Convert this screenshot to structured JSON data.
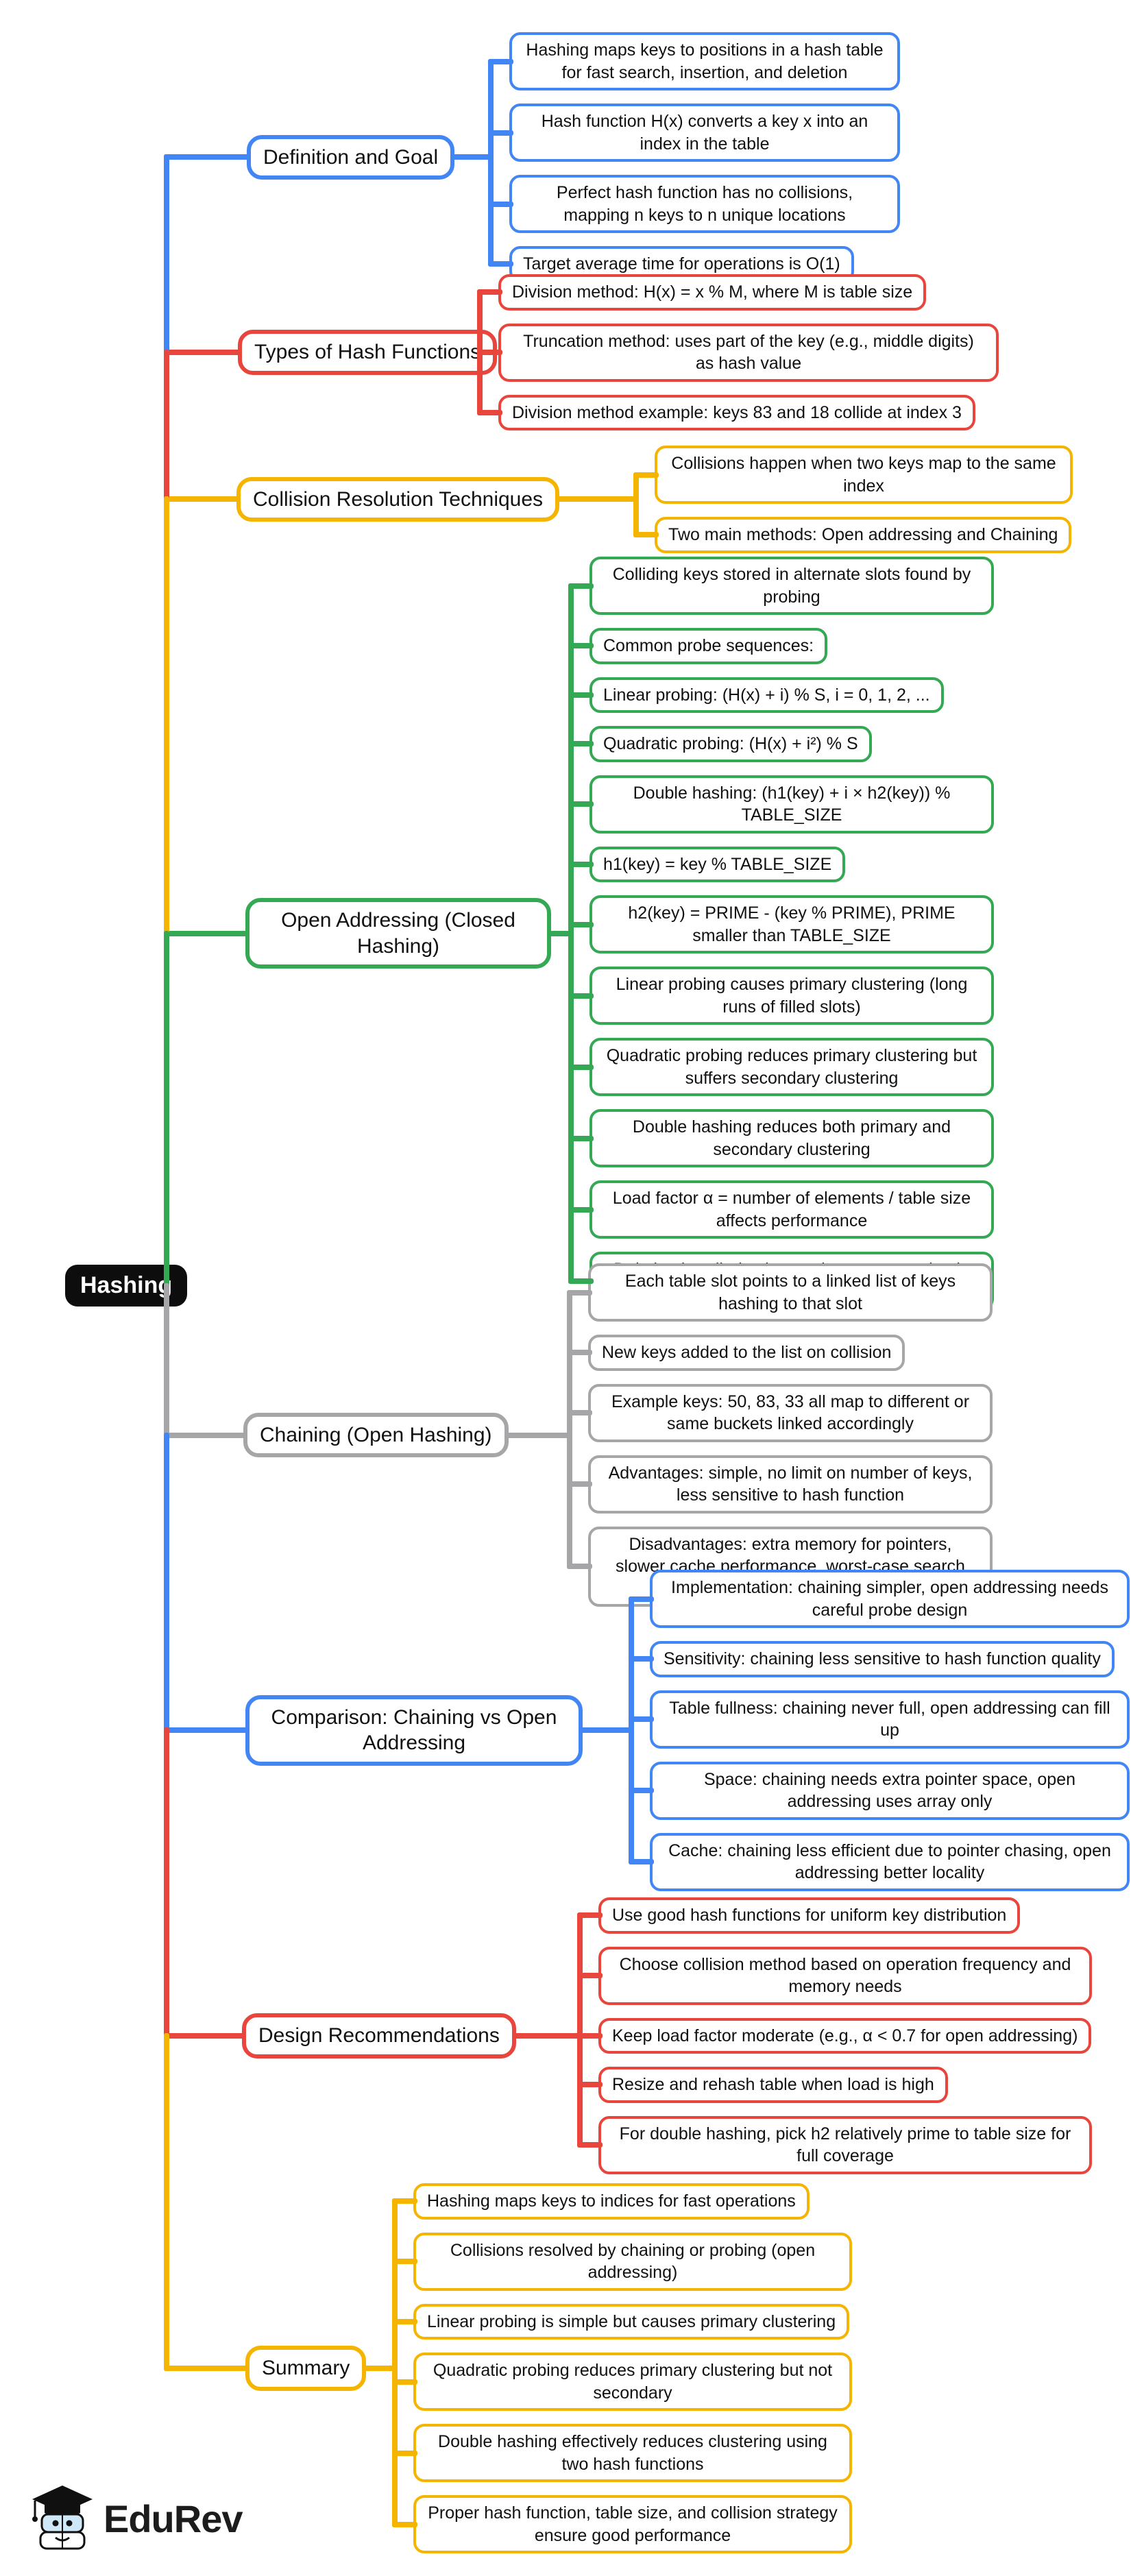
{
  "root": {
    "label": "Hashing"
  },
  "logo": {
    "text": "EduRev"
  },
  "branches": [
    {
      "id": "definition-and-goal",
      "label": "Definition and Goal",
      "color": "#4285F4",
      "items": [
        "Hashing maps keys to positions in a hash table for fast search, insertion, and deletion",
        "Hash function H(x) converts a key x into an index in the table",
        "Perfect hash function has no collisions, mapping n keys to n unique locations",
        "Target average time for operations is O(1)"
      ]
    },
    {
      "id": "types-of-hash-functions",
      "label": "Types of Hash Functions",
      "color": "#E8463C",
      "items": [
        "Division method: H(x) = x % M, where M is table size",
        "Truncation method: uses part of the key (e.g., middle digits) as hash value",
        "Division method example: keys 83 and 18 collide at index 3"
      ]
    },
    {
      "id": "collision-resolution-techniques",
      "label": "Collision Resolution Techniques",
      "color": "#F4B400",
      "items": [
        "Collisions happen when two keys map to the same index",
        "Two main methods: Open addressing and Chaining"
      ]
    },
    {
      "id": "open-addressing-closed-hashing",
      "label": "Open Addressing (Closed Hashing)",
      "color": "#34A853",
      "items": [
        "Colliding keys stored in alternate slots found by probing",
        "Common probe sequences:",
        "Linear probing: (H(x) + i) % S, i = 0, 1, 2, ...",
        "Quadratic probing: (H(x) + i²) % S",
        "Double hashing: (h1(key) + i × h2(key)) % TABLE_SIZE",
        "h1(key) = key % TABLE_SIZE",
        "h2(key) = PRIME - (key % PRIME), PRIME smaller than TABLE_SIZE",
        "Linear probing causes primary clustering (long runs of filled slots)",
        "Quadratic probing reduces primary clustering but suffers secondary clustering",
        "Double hashing reduces both primary and secondary clustering",
        "Load factor α = number of elements / table size affects performance",
        "Deletion handled using tombstones to maintain search correctness"
      ]
    },
    {
      "id": "chaining-open-hashing",
      "label": "Chaining (Open Hashing)",
      "color": "#A6A6A8",
      "items": [
        "Each table slot points to a linked list of keys hashing to that slot",
        "New keys added to the list on collision",
        "Example keys: 50, 83, 33 all map to different or same buckets linked accordingly",
        "Advantages: simple, no limit on number of keys, less sensitive to hash function",
        "Disadvantages: extra memory for pointers, slower cache performance, worst-case search O(n)"
      ]
    },
    {
      "id": "comparison-chaining-vs-open-addressing",
      "label": "Comparison: Chaining vs Open Addressing",
      "color": "#4285F4",
      "items": [
        "Implementation: chaining simpler, open addressing needs careful probe design",
        "Sensitivity: chaining less sensitive to hash function quality",
        "Table fullness: chaining never full, open addressing can fill up",
        "Space: chaining needs extra pointer space, open addressing uses array only",
        "Cache: chaining less efficient due to pointer chasing, open addressing better locality"
      ]
    },
    {
      "id": "design-recommendations",
      "label": "Design Recommendations",
      "color": "#E8463C",
      "items": [
        "Use good hash functions for uniform key distribution",
        "Choose collision method based on operation frequency and memory needs",
        "Keep load factor moderate (e.g., α < 0.7 for open addressing)",
        "Resize and rehash table when load is high",
        "For double hashing, pick h2 relatively prime to table size for full coverage"
      ]
    },
    {
      "id": "summary",
      "label": "Summary",
      "color": "#F4B400",
      "items": [
        "Hashing maps keys to indices for fast operations",
        "Collisions resolved by chaining or probing (open addressing)",
        "Linear probing is simple but causes primary clustering",
        "Quadratic probing reduces primary clustering but not secondary",
        "Double hashing effectively reduces clustering using two hash functions",
        "Proper hash function, table size, and collision strategy ensure good performance"
      ]
    }
  ]
}
